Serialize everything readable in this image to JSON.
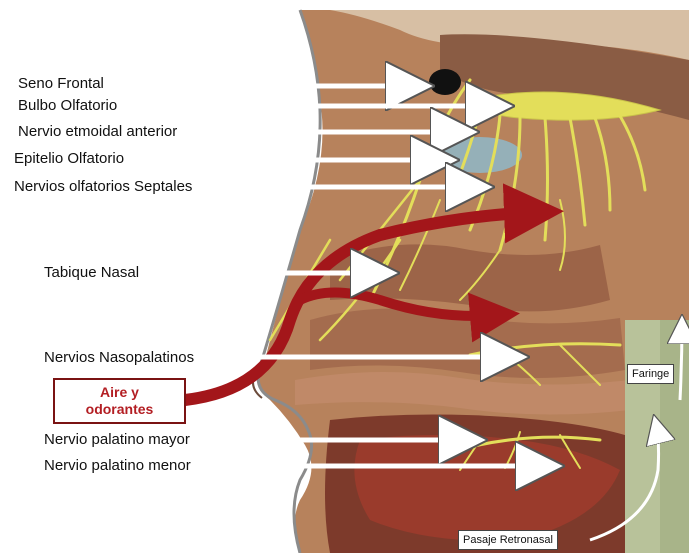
{
  "labels": {
    "seno_frontal": "Seno Frontal",
    "bulbo_olfatorio": "Bulbo Olfatorio",
    "nervio_etmoidal": "Nervio etmoidal anterior",
    "epitelio_olfatorio": "Epitelio Olfatorio",
    "nervios_septales": "Nervios olfatorios Septales",
    "tabique_nasal": "Tabique Nasal",
    "nervios_nasopalatinos": "Nervios Nasopalatinos",
    "nervio_palatino_mayor": "Nervio palatino mayor",
    "nervio_palatino_menor": "Nervio palatino menor",
    "faringe": "Faringe",
    "pasaje_retronasal": "Pasaje Retronasal"
  },
  "airflow_box": {
    "line1": "Aire y",
    "line2": "odorantes"
  },
  "colors": {
    "nerve": "#e3de5a",
    "airflow": "#a3161a",
    "tissue": "#b27a55",
    "pointer_arrow": "#ffffff"
  }
}
